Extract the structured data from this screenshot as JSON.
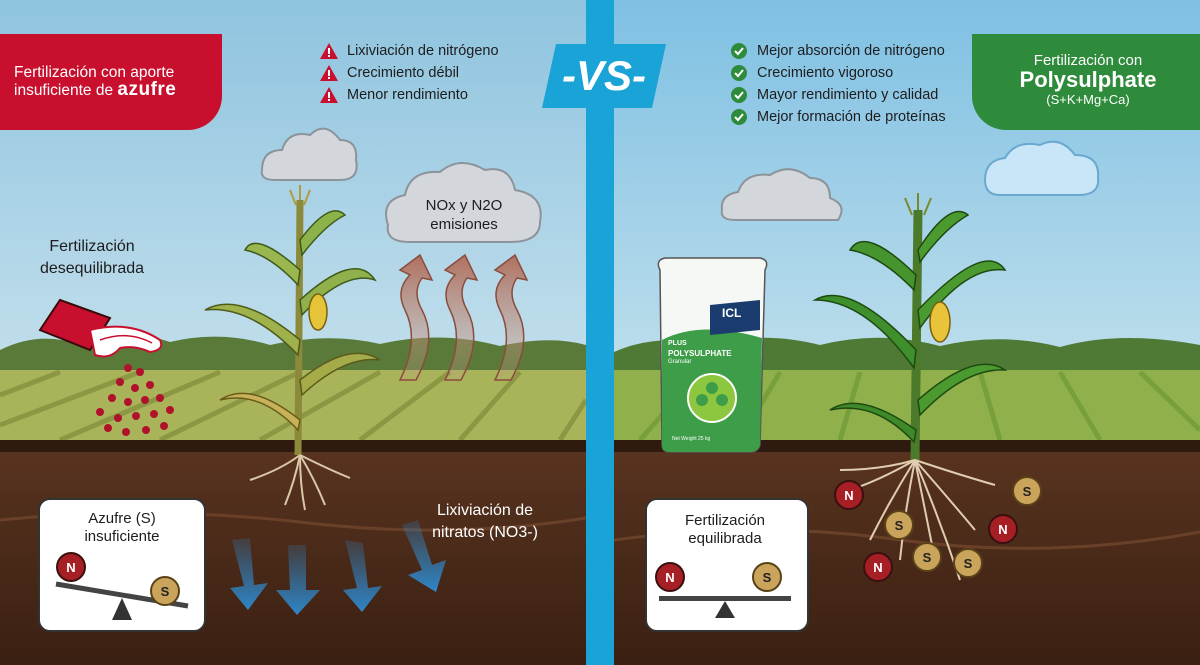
{
  "left": {
    "banner": {
      "line1": "Fertilización con aporte",
      "line2": "insuficiente de",
      "highlight": "azufre"
    },
    "warnings": [
      "Lixiviación de nitrógeno",
      "Crecimiento débil",
      "Menor rendimiento"
    ],
    "fertilizer_label": {
      "line1": "Fertilización",
      "line2": "desequilibrada"
    },
    "emissions": {
      "line1": "NOx y N2O",
      "line2": "emisiones"
    },
    "leaching": {
      "line1": "Lixiviación de",
      "line2": "nitratos (NO3-)"
    },
    "balance_box": {
      "line1": "Azufre (S)",
      "line2": "insuficiente",
      "n": "N",
      "s": "S"
    }
  },
  "vs_label": "-VS-",
  "right": {
    "banner": {
      "line1": "Fertilización con",
      "brand": "Polysulphate",
      "formula": "(S+K+Mg+Ca)"
    },
    "benefits": [
      "Mejor absorción de nitrógeno",
      "Crecimiento vigoroso",
      "Mayor rendimiento y calidad",
      "Mejor formación de proteínas"
    ],
    "bag": {
      "brand": "ICL",
      "line1": "PLUS",
      "line2": "POLYSULPHATE",
      "sub": "Granular",
      "weight": "Net Weight 25 kg"
    },
    "balance_box": {
      "line1": "Fertilización",
      "line2": "equilibrada",
      "n": "N",
      "s": "S"
    },
    "soil_balls": [
      "N",
      "S",
      "S",
      "N",
      "N",
      "S",
      "S"
    ]
  },
  "colors": {
    "red": "#c8102e",
    "green": "#2e8b3c",
    "divider": "#1aa3d6",
    "sky": "#cfe7f3",
    "soil": "#4a2a18"
  }
}
